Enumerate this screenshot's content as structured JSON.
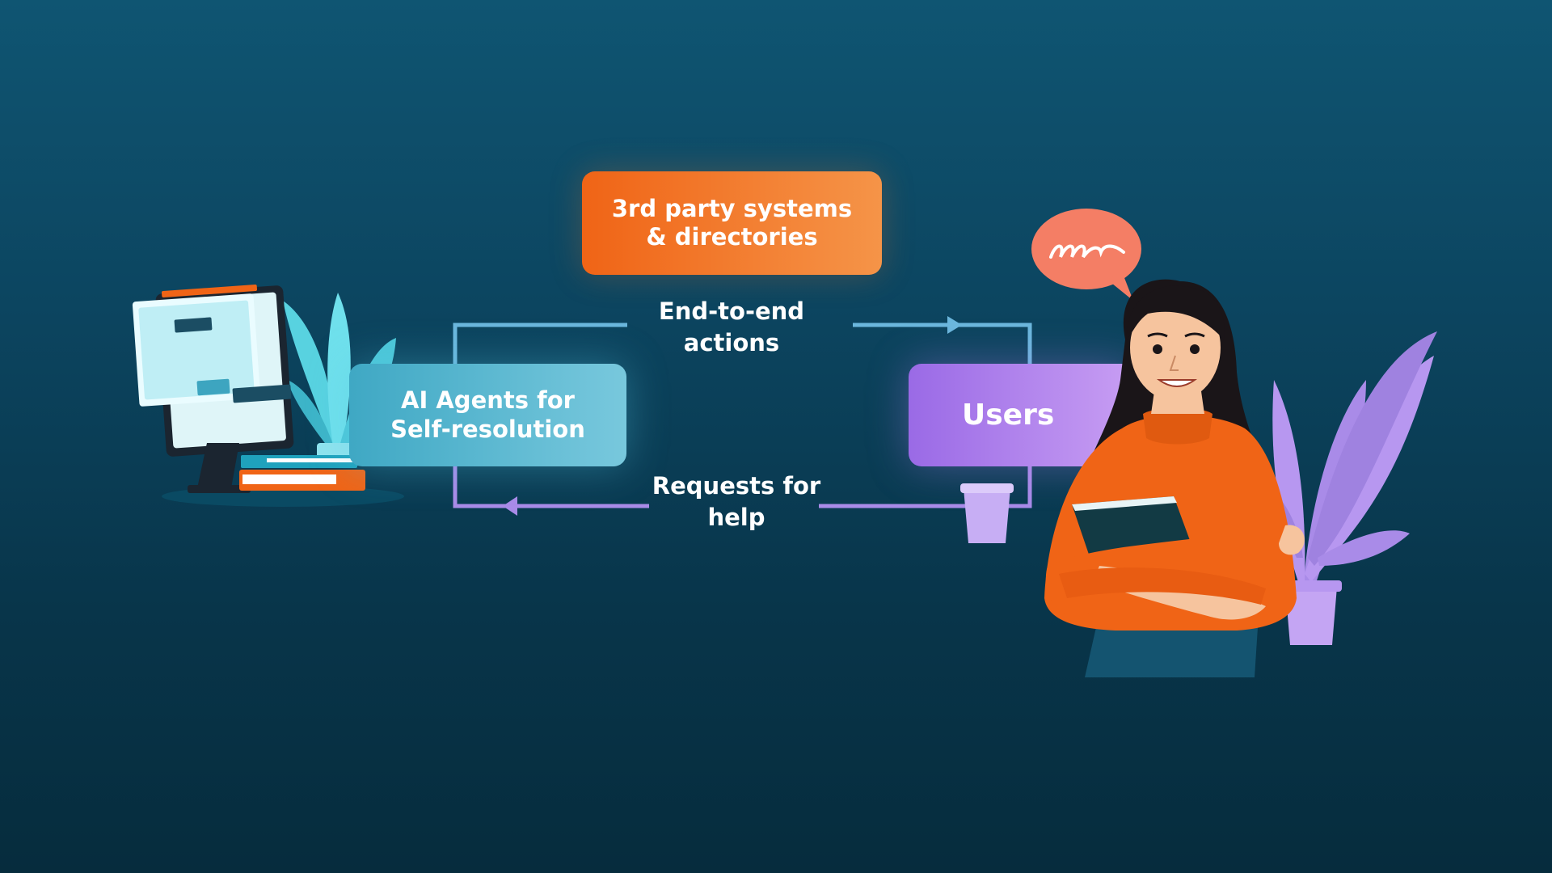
{
  "boxes": {
    "third_party": "3rd party systems & directories",
    "ai_agents": "AI Agents for Self-resolution",
    "users": "Users"
  },
  "flows": {
    "end_to_end": "End-to-end actions",
    "requests": "Requests for help"
  },
  "colors": {
    "background_top": "#0f5572",
    "background_bottom": "#062c3d",
    "orange_accent": "#f06416",
    "teal_accent": "#78c8dd",
    "purple_accent": "#b48cf0",
    "skin": "#f6c49e",
    "hair": "#1a1518"
  },
  "icons": [
    "computer-monitor-icon",
    "teal-plant-icon",
    "books-icon",
    "speech-bubble-icon",
    "purple-plant-icon",
    "coffee-cup-icon",
    "woman-illustration"
  ]
}
